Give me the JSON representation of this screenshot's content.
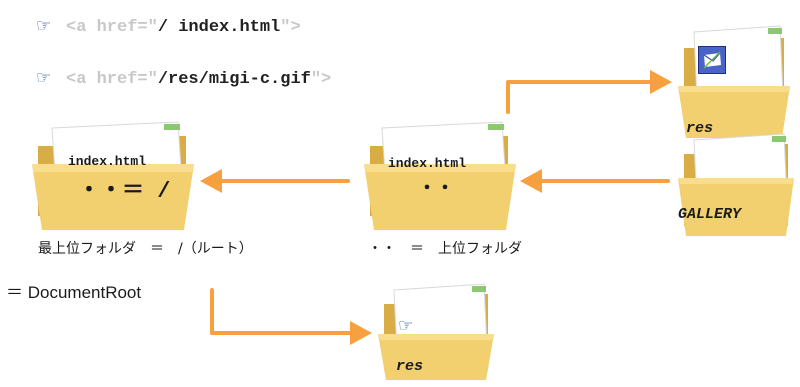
{
  "code_lines": [
    {
      "prefix": "<a href=\"",
      "path": "/ index.html",
      "suffix": "\">",
      "icon": "pointing-hand-icon"
    },
    {
      "prefix": "<a href=\"",
      "path": "/res/migi-c.gif",
      "suffix": "\">",
      "icon": "pointing-hand-icon"
    }
  ],
  "folders": {
    "root": {
      "file": "index.html",
      "mark": "・・＝ /"
    },
    "parent": {
      "file": "index.html",
      "mark": "・・"
    },
    "res_top": {
      "label": "res",
      "icon": "envelope-icon"
    },
    "gallery": {
      "label": "GALLERY"
    },
    "res_bottom": {
      "label": "res",
      "icon": "pointing-hand-icon"
    }
  },
  "captions": {
    "root": "最上位フォルダ　＝　/（ルート）",
    "parent": "・・　＝　上位フォルダ",
    "document_root": "＝ DocumentRoot"
  },
  "colors": {
    "arrow": "#f7a040",
    "folder_fill": "#f2cf6f",
    "folder_dark": "#d9ad45"
  }
}
